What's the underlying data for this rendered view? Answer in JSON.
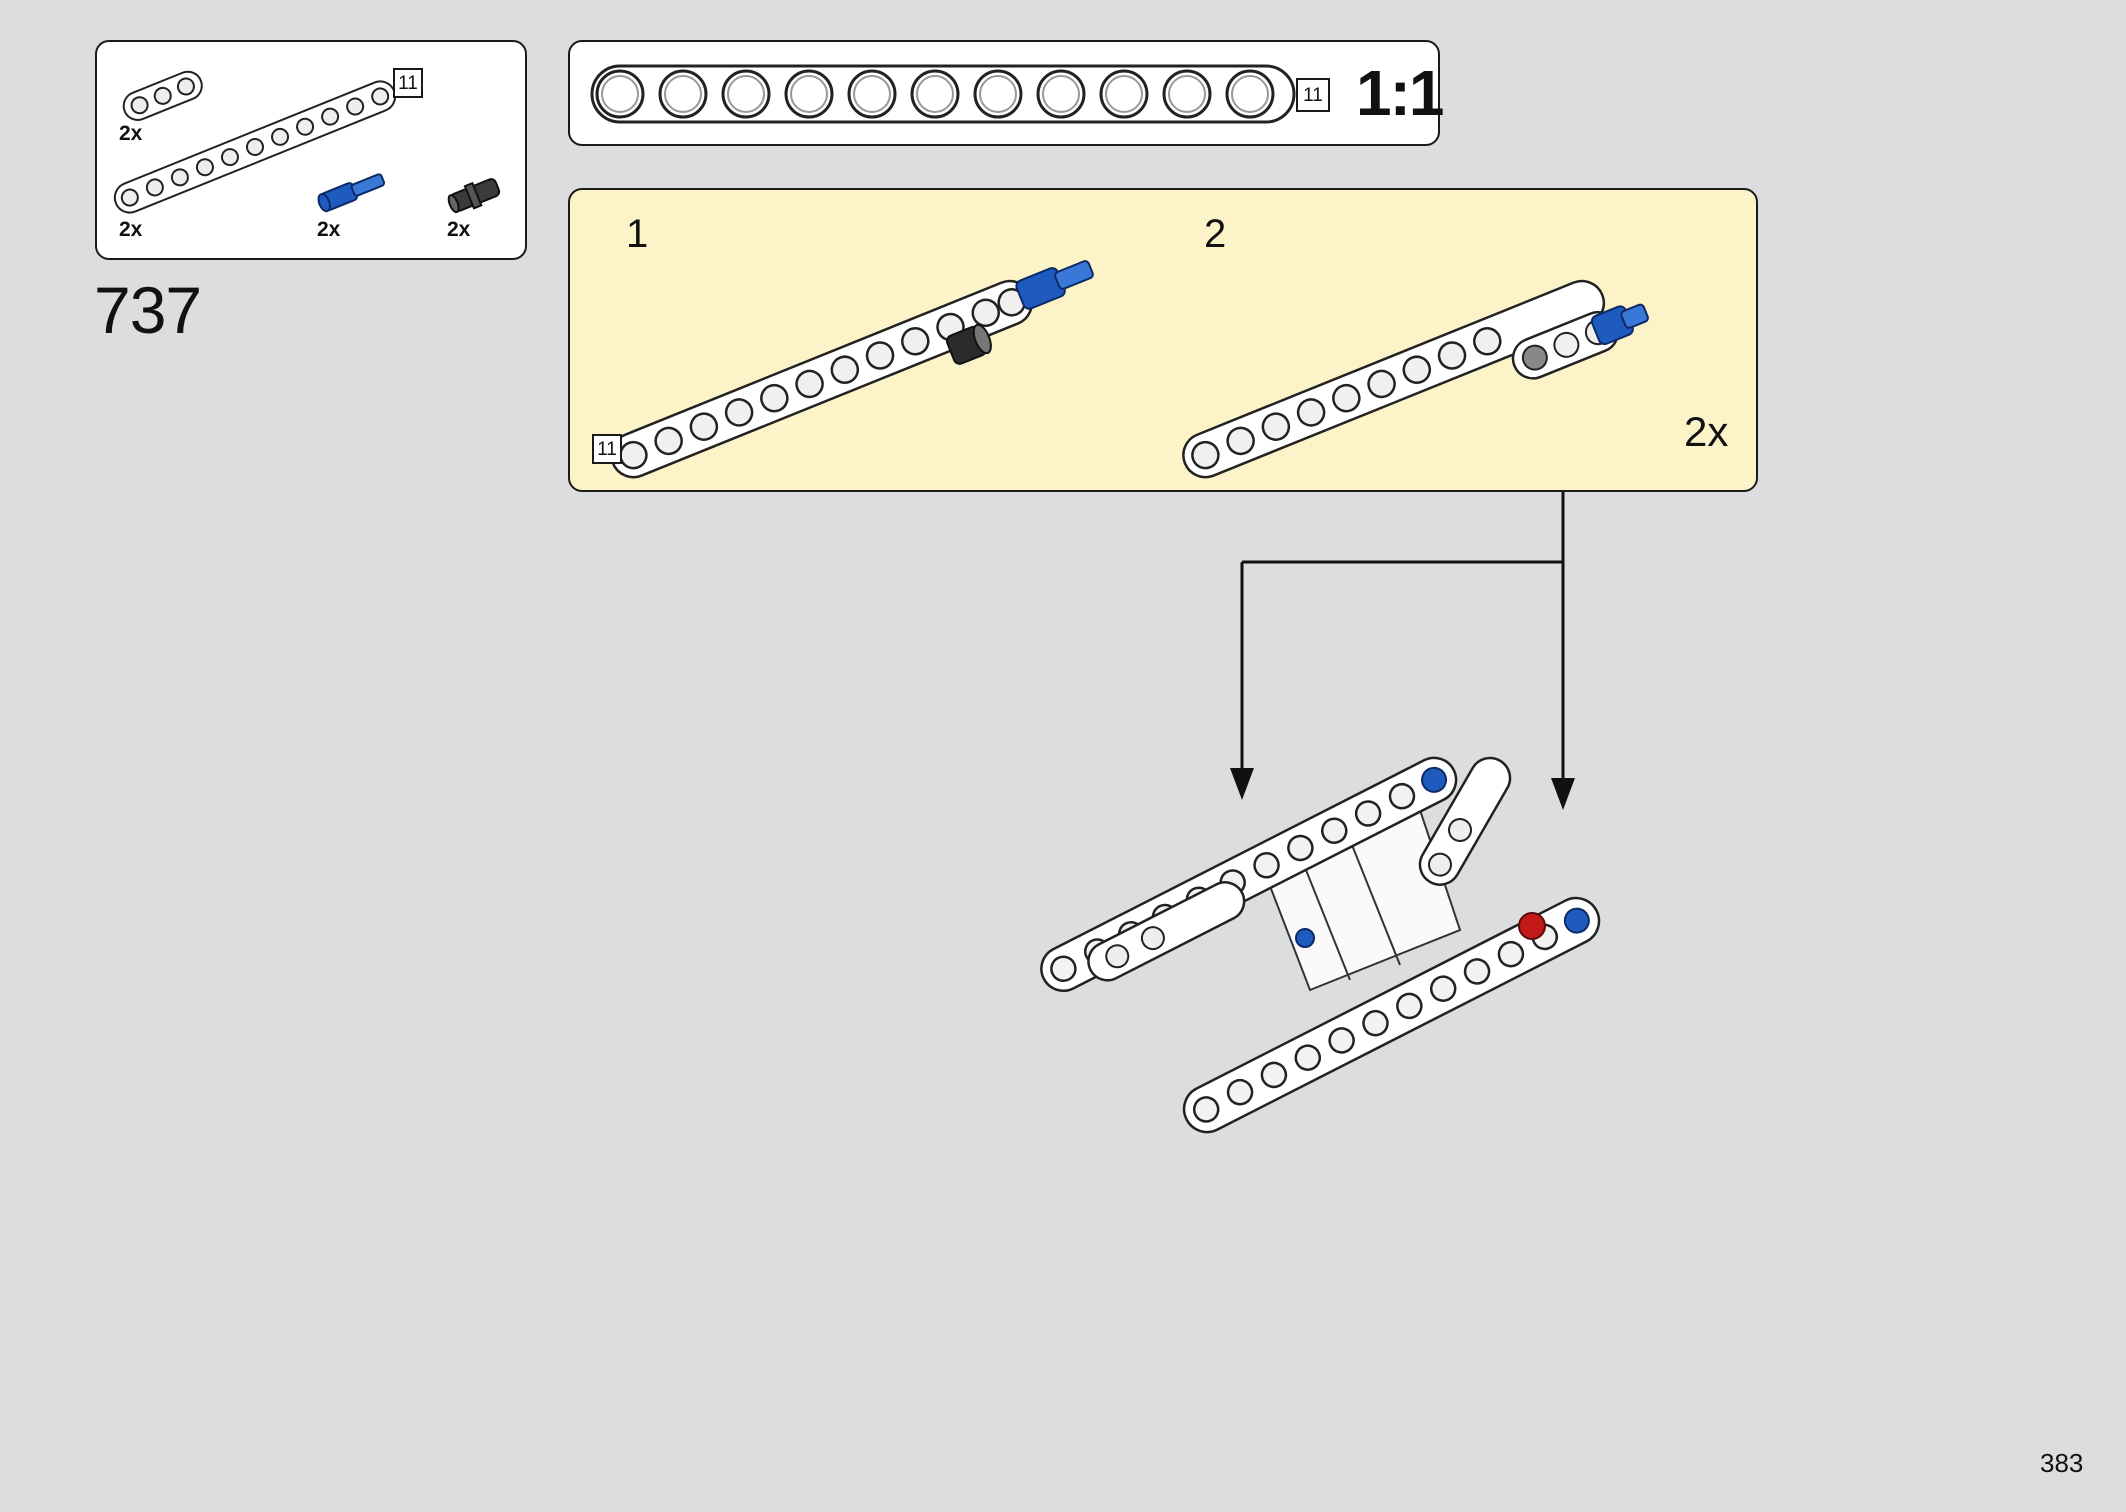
{
  "step": {
    "number": "737"
  },
  "parts_list": {
    "length_label": "11",
    "items": [
      {
        "name": "beam-3",
        "qty": "2x"
      },
      {
        "name": "beam-11",
        "qty": "2x"
      },
      {
        "name": "blue-axle-pin",
        "qty": "2x"
      },
      {
        "name": "black-friction-pin",
        "qty": "2x"
      }
    ]
  },
  "scale_ref": {
    "length_label": "11",
    "scale": "1:1"
  },
  "subassembly": {
    "steps": [
      {
        "label": "1"
      },
      {
        "label": "2"
      }
    ],
    "length_label": "11",
    "multiplier": "2x"
  },
  "page": {
    "number": "383"
  },
  "colors": {
    "background": "#dcdddf",
    "panel": "#ffffff",
    "callout": "#fdf3c8",
    "blue_pin": "#1f5bbf",
    "black_pin": "#222222",
    "red_pin": "#c21818"
  }
}
